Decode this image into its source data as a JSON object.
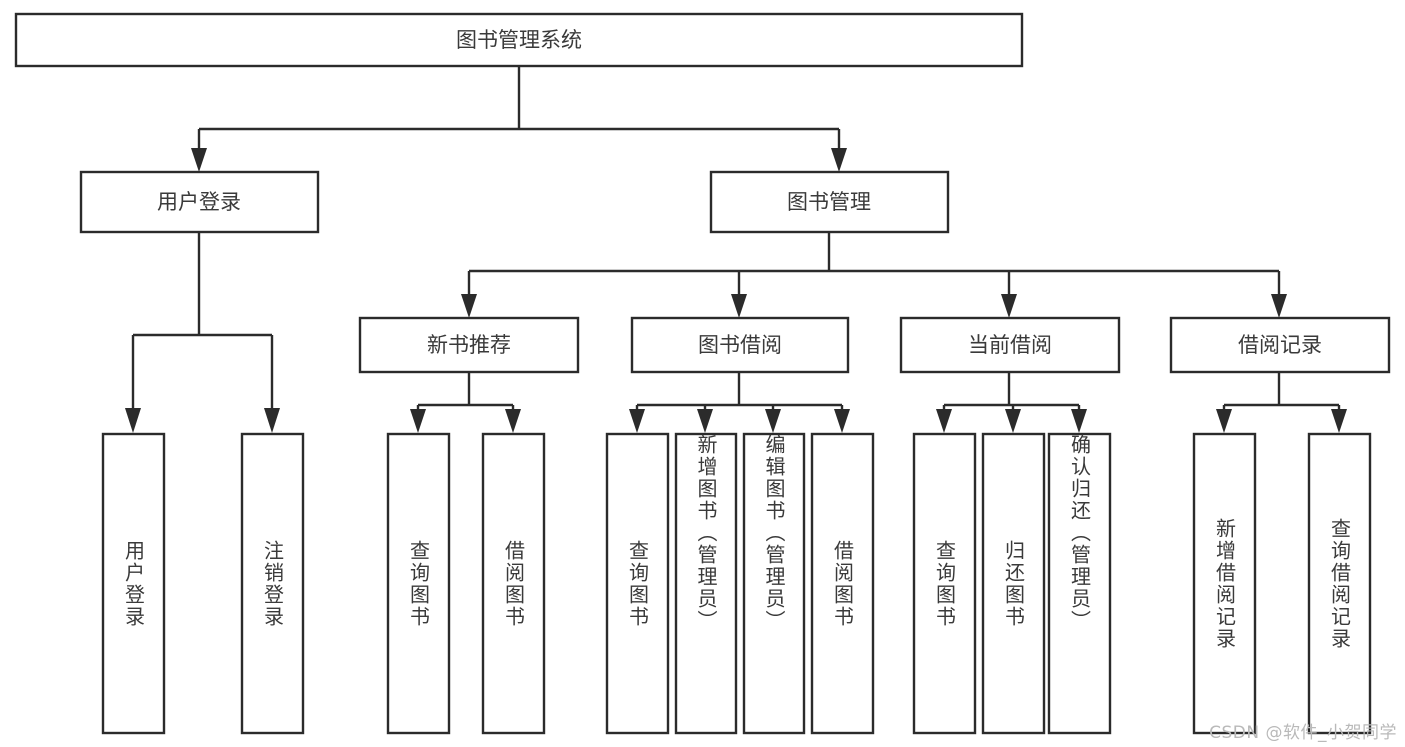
{
  "diagram": {
    "type": "tree-hierarchy-chart",
    "title": "图书管理系统",
    "watermark": "CSDN @软件_小贺同学",
    "colors": {
      "stroke": "#2b2b2b",
      "fill": "#ffffff",
      "text": "#3a3a3a",
      "watermark": "#b9b9b9"
    },
    "levels": {
      "root": {
        "label": "图书管理系统"
      },
      "level2": [
        {
          "label": "用户登录"
        },
        {
          "label": "图书管理"
        }
      ],
      "level3": [
        {
          "label": "新书推荐"
        },
        {
          "label": "图书借阅"
        },
        {
          "label": "当前借阅"
        },
        {
          "label": "借阅记录"
        }
      ],
      "leaves": [
        {
          "label": "用户登录",
          "parent": "用户登录"
        },
        {
          "label": "注销登录",
          "parent": "用户登录"
        },
        {
          "label": "查询图书",
          "parent": "新书推荐"
        },
        {
          "label": "借阅图书",
          "parent": "新书推荐"
        },
        {
          "label": "查询图书",
          "parent": "图书借阅"
        },
        {
          "label": "新增图书（管理员）",
          "parent": "图书借阅"
        },
        {
          "label": "编辑图书（管理员）",
          "parent": "图书借阅"
        },
        {
          "label": "借阅图书",
          "parent": "图书借阅"
        },
        {
          "label": "查询图书",
          "parent": "当前借阅"
        },
        {
          "label": "归还图书",
          "parent": "当前借阅"
        },
        {
          "label": "确认归还（管理员）",
          "parent": "当前借阅"
        },
        {
          "label": "新增借阅记录",
          "parent": "借阅记录"
        },
        {
          "label": "查询借阅记录",
          "parent": "借阅记录"
        }
      ]
    }
  }
}
